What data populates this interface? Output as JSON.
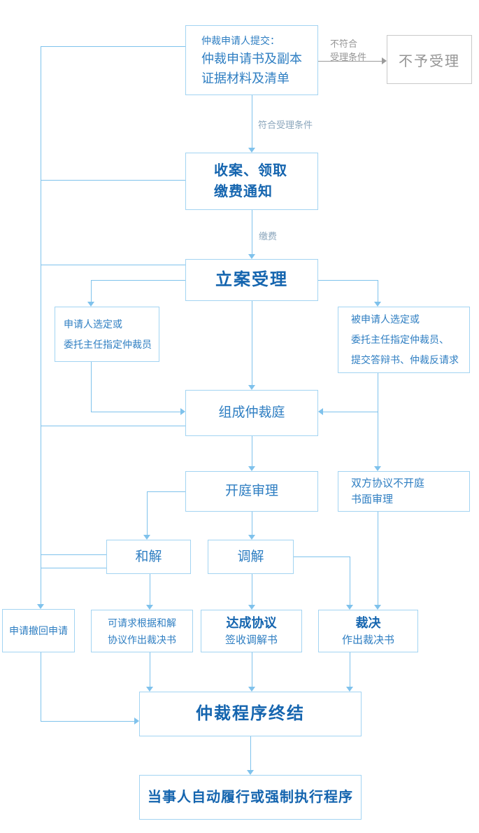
{
  "colors": {
    "blue_text": "#2e7ec2",
    "blue_bold": "#1565af",
    "border_blue": "#a3d4f2",
    "line_blue": "#7fc2ec",
    "label_blue": "#8ba6bc",
    "gray_text": "#959595",
    "gray_border": "#c9c9c9",
    "gray_line": "#9b9b9b"
  },
  "nodes": {
    "submit": {
      "line1": "仲裁申请人提交：",
      "line2": "仲裁申请书及副本",
      "line3": "证据材料及清单"
    },
    "reject": {
      "label": "不予受理"
    },
    "receive": {
      "line1": "收案、领取",
      "line2": "缴费通知"
    },
    "filing": {
      "label": "立案受理"
    },
    "applicant_select": {
      "line1": "申请人选定或",
      "line2": "委托主任指定仲裁员"
    },
    "respondent_select": {
      "line1": "被申请人选定或",
      "line2": "委托主任指定仲裁员、",
      "line3": "提交答辩书、仲裁反请求"
    },
    "tribunal": {
      "label": "组成仲裁庭"
    },
    "hearing": {
      "label": "开庭审理"
    },
    "written_review": {
      "line1": "双方协议不开庭",
      "line2": "书面审理"
    },
    "reconciliation": {
      "label": "和解"
    },
    "mediation": {
      "label": "调解"
    },
    "withdraw": {
      "label": "申请撤回申请"
    },
    "award_by_settlement": {
      "line1": "可请求根据和解",
      "line2": "协议作出裁决书"
    },
    "agreement": {
      "title": "达成协议",
      "subtitle": "签收调解书"
    },
    "award": {
      "title": "裁决",
      "subtitle": "作出裁决书"
    },
    "conclusion": {
      "label": "仲裁程序终结"
    },
    "enforcement": {
      "label": "当事人自动履行或强制执行程序"
    }
  },
  "labels": {
    "not_meet": {
      "line1": "不符合",
      "line2": "受理条件"
    },
    "meet": "符合受理条件",
    "pay": "缴费"
  }
}
